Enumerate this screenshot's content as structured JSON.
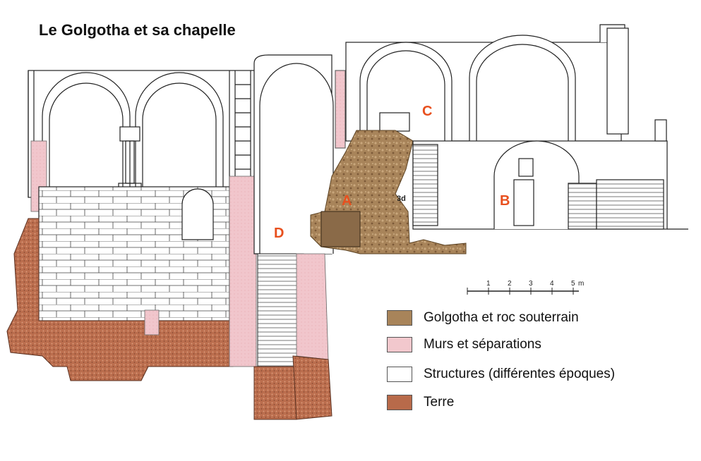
{
  "title": "Le Golgotha et sa chapelle",
  "labels": {
    "A": "A",
    "B": "B",
    "C": "C",
    "D": "D",
    "three_d": "3d"
  },
  "scale": {
    "ticks": [
      "1",
      "2",
      "3",
      "4",
      "5"
    ],
    "unit": "m"
  },
  "legend": [
    {
      "label": "Golgotha et roc souterrain",
      "color": "#a47e52"
    },
    {
      "label": "Murs et séparations",
      "color": "#f2c8cd"
    },
    {
      "label": "Structures (différentes époques)",
      "color": "#ffffff"
    },
    {
      "label": "Terre",
      "color": "#b86a4a"
    }
  ]
}
